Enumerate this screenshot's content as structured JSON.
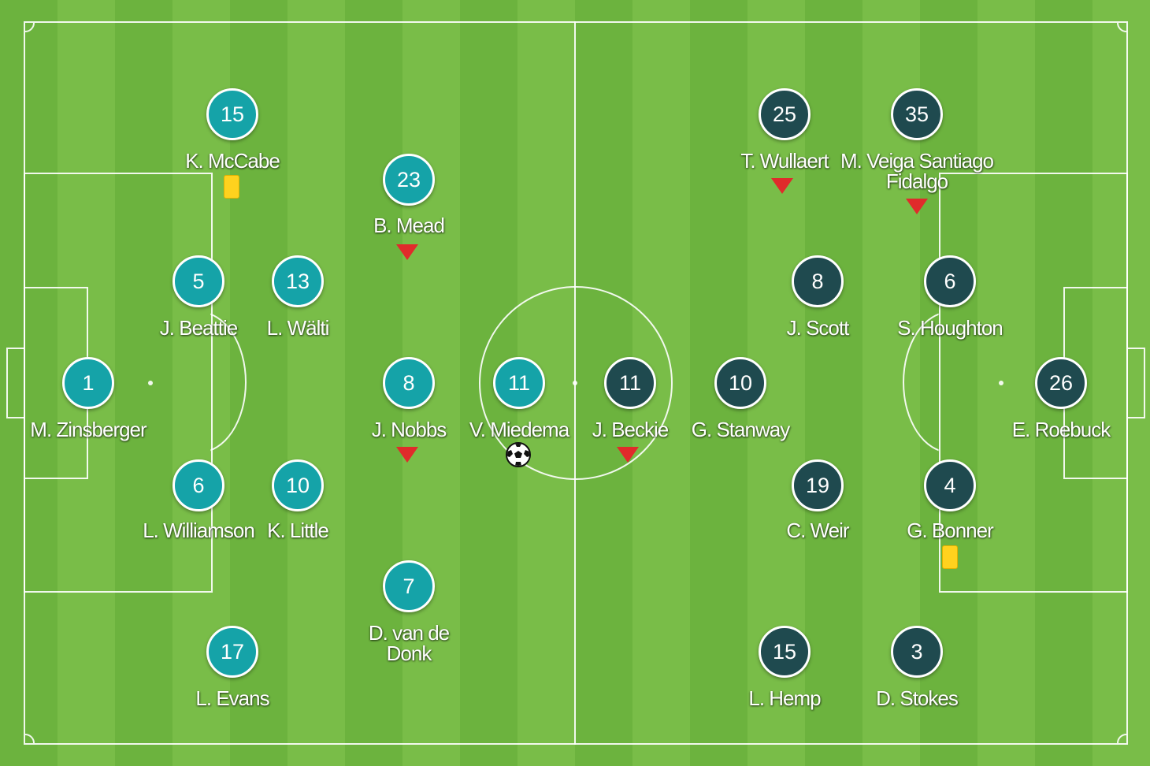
{
  "home_team": {
    "color": "#15a3a8",
    "players": [
      {
        "number": "1",
        "name": "M. Zinsberger"
      },
      {
        "number": "15",
        "name": "K. McCabe"
      },
      {
        "number": "5",
        "name": "J. Beattie"
      },
      {
        "number": "13",
        "name": "L. Wälti"
      },
      {
        "number": "6",
        "name": "L. Williamson"
      },
      {
        "number": "10",
        "name": "K. Little"
      },
      {
        "number": "17",
        "name": "L. Evans"
      },
      {
        "number": "23",
        "name": "B. Mead"
      },
      {
        "number": "8",
        "name": "J. Nobbs"
      },
      {
        "number": "7",
        "name": "D. van de Donk"
      },
      {
        "number": "11",
        "name": "V. Miedema"
      }
    ]
  },
  "away_team": {
    "color": "#1f4a4f",
    "players": [
      {
        "number": "26",
        "name": "E. Roebuck"
      },
      {
        "number": "25",
        "name": "T. Wullaert"
      },
      {
        "number": "35",
        "name": "M. Veiga Santiago Fidalgo"
      },
      {
        "number": "8",
        "name": "J. Scott"
      },
      {
        "number": "6",
        "name": "S. Houghton"
      },
      {
        "number": "19",
        "name": "C. Weir"
      },
      {
        "number": "4",
        "name": "G. Bonner"
      },
      {
        "number": "15",
        "name": "L. Hemp"
      },
      {
        "number": "3",
        "name": "D. Stokes"
      },
      {
        "number": "11",
        "name": "J. Beckie"
      },
      {
        "number": "10",
        "name": "G. Stanway"
      }
    ]
  },
  "icons": {
    "substitution": "substitution-arrow-icon",
    "yellow_card": "yellow-card-icon",
    "goal": "football-icon"
  },
  "colors": {
    "pitch": "#6cb33e",
    "sub_arrow": "#e02b2b",
    "yellow_card": "#ffd21e"
  }
}
